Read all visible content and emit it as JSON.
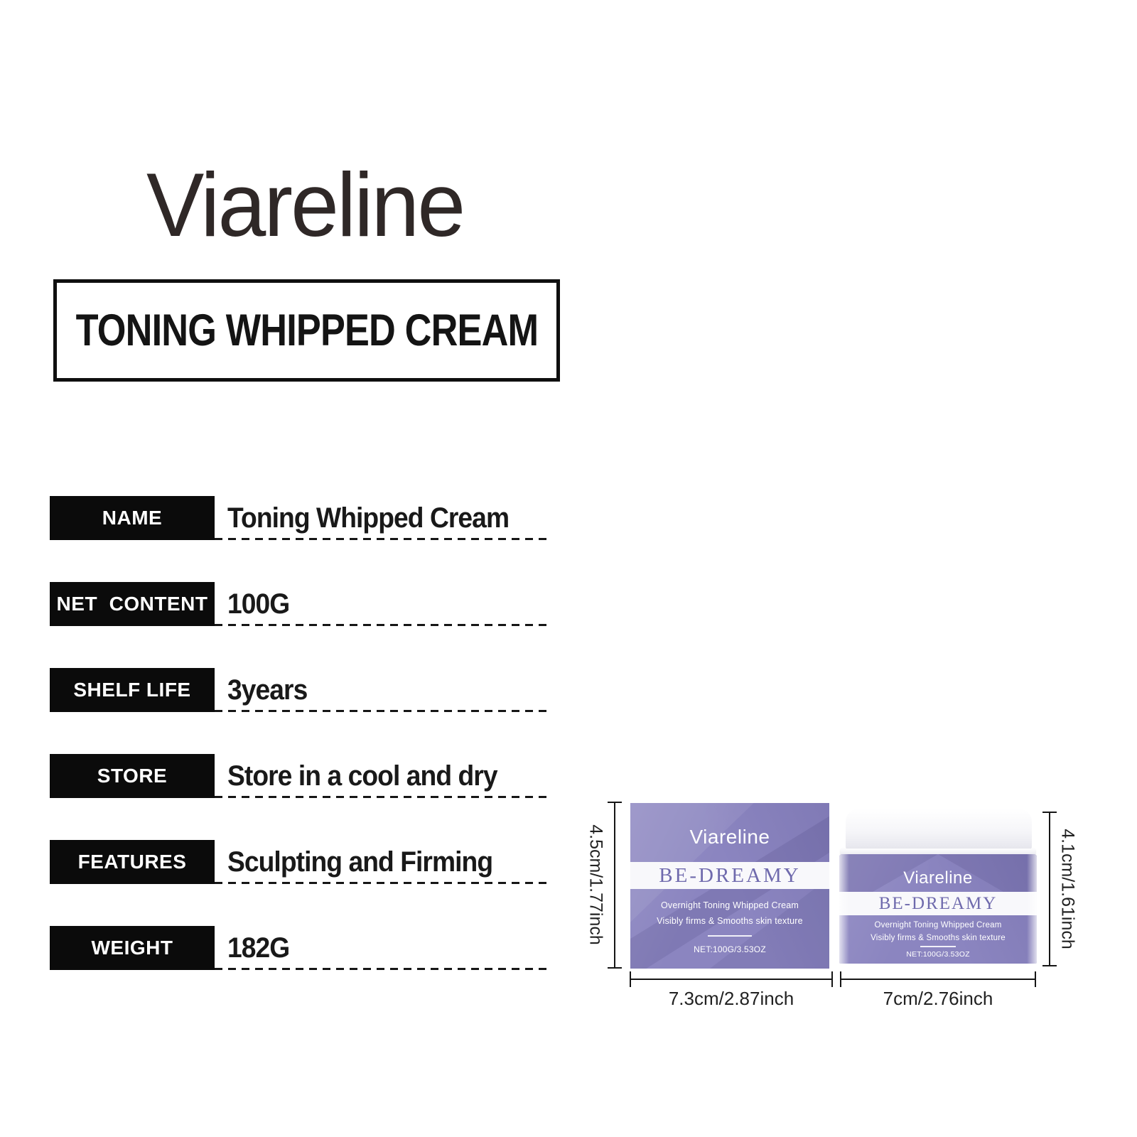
{
  "brand": {
    "logo": "Viareline"
  },
  "title_box": {
    "title": "TONING WHIPPED CREAM"
  },
  "specs": [
    {
      "label": "NAME",
      "value": "Toning Whipped Cream"
    },
    {
      "label": "NET  CONTENT",
      "value": "100G"
    },
    {
      "label": "SHELF LIFE",
      "value": "3years"
    },
    {
      "label": "STORE",
      "value": "Store in a cool and dry"
    },
    {
      "label": "FEATURES",
      "value": "Sculpting and Firming"
    },
    {
      "label": "WEIGHT",
      "value": "182G"
    }
  ],
  "products": {
    "box": {
      "brand": "Viareline",
      "name": "BE-DREAMY",
      "line1": "Overnight Toning Whipped Cream",
      "line2": "Visibly firms & Smooths skin texture",
      "net": "NET:100G/3.53OZ",
      "height_label": "4.5cm/1.77inch",
      "width_label": "7.3cm/2.87inch"
    },
    "jar": {
      "brand": "Viareline",
      "name": "BE-DREAMY",
      "line1": "Overnight Toning Whipped Cream",
      "line2": "Visibly firms & Smooths skin texture",
      "net": "NET:100G/3.53OZ",
      "height_label": "4.1cm/1.61inch",
      "width_label": "7cm/2.76inch"
    }
  },
  "colors": {
    "logo_text": "#2f2827",
    "spec_label_bg": "#0b0b0b",
    "purple_base": "#8b85c0",
    "purple_dark": "#7e77b5",
    "band_bg": "#f8f8fb",
    "band_text": "#6f6aad",
    "dimension_line": "#161616"
  }
}
